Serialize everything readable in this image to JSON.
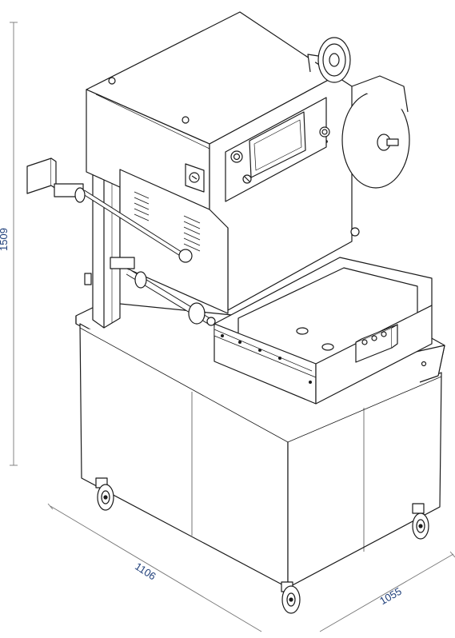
{
  "dimensions": {
    "height": "1509",
    "depth": "1106",
    "width": "1055"
  },
  "colors": {
    "line": "#1a1a1a",
    "dimension_text": "#1f3f7a",
    "dimension_line": "#777777"
  }
}
